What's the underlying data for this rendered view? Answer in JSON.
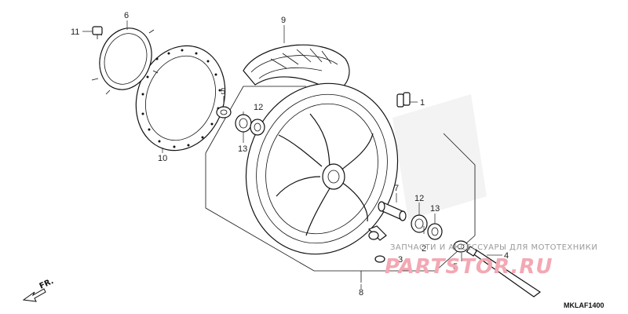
{
  "diagram": {
    "code": "MKLAF1400",
    "direction_label": "FR.",
    "callouts": {
      "c1": "1",
      "c2": "2",
      "c3": "3",
      "c4": "4",
      "c5a": "5",
      "c5b": "5",
      "c6": "6",
      "c7": "7",
      "c8": "8",
      "c9": "9",
      "c10": "10",
      "c11": "11",
      "c12a": "12",
      "c12b": "12",
      "c13a": "13",
      "c13b": "13"
    }
  },
  "watermark": {
    "text": "ЗАПЧАСТИ И АКСЕССУАРЫ ДЛЯ МОТОТЕХНИКИ",
    "logo": "PARTSTOR.RU"
  }
}
